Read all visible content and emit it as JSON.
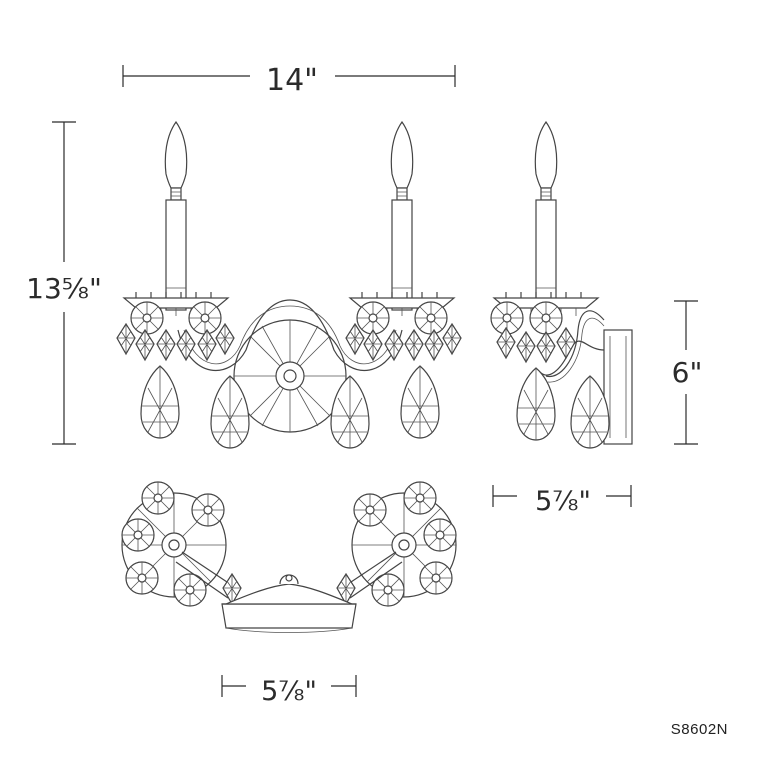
{
  "dimensions": {
    "front_width": "14\"",
    "height": "13⅝\"",
    "side_backplate_height": "6\"",
    "side_extension": "5⅞\"",
    "bottom_depth": "5⅞\""
  },
  "model_number": "S8602N"
}
